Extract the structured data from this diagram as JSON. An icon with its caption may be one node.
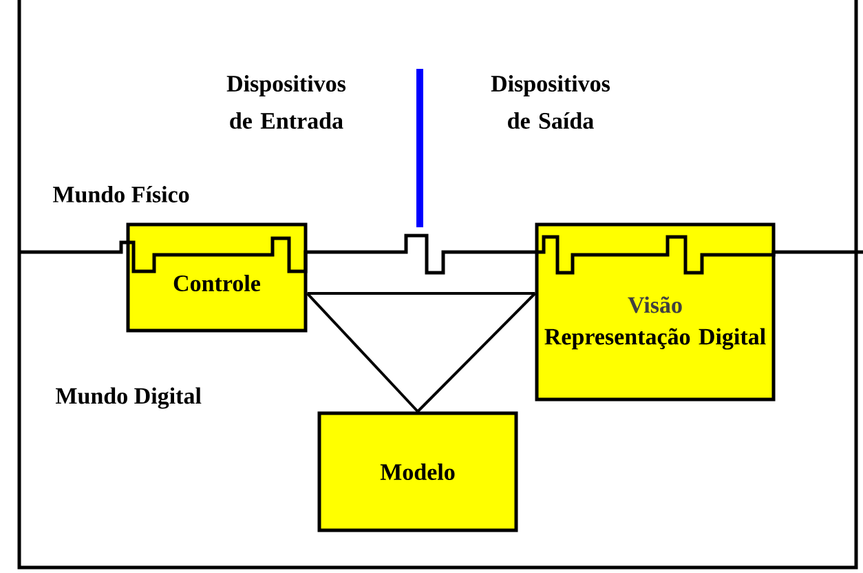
{
  "diagram": {
    "nodes": [
      {
        "text": [
          "Controle"
        ]
      },
      {
        "text": [
          "Visão",
          "Representação Digital"
        ]
      },
      {
        "text": [
          "Modelo"
        ]
      }
    ],
    "edges": [
      {
        "from": 0,
        "to": 2,
        "arrow": "none"
      },
      {
        "from": 0,
        "to": 1,
        "arrow": "none"
      },
      {
        "from": 1,
        "to": 2,
        "arrow": "none"
      }
    ],
    "labels": [
      "Dispositivos de Entrada",
      "Dispositivos de Saída",
      "Mundo Físico",
      "Mundo Digital"
    ]
  }
}
